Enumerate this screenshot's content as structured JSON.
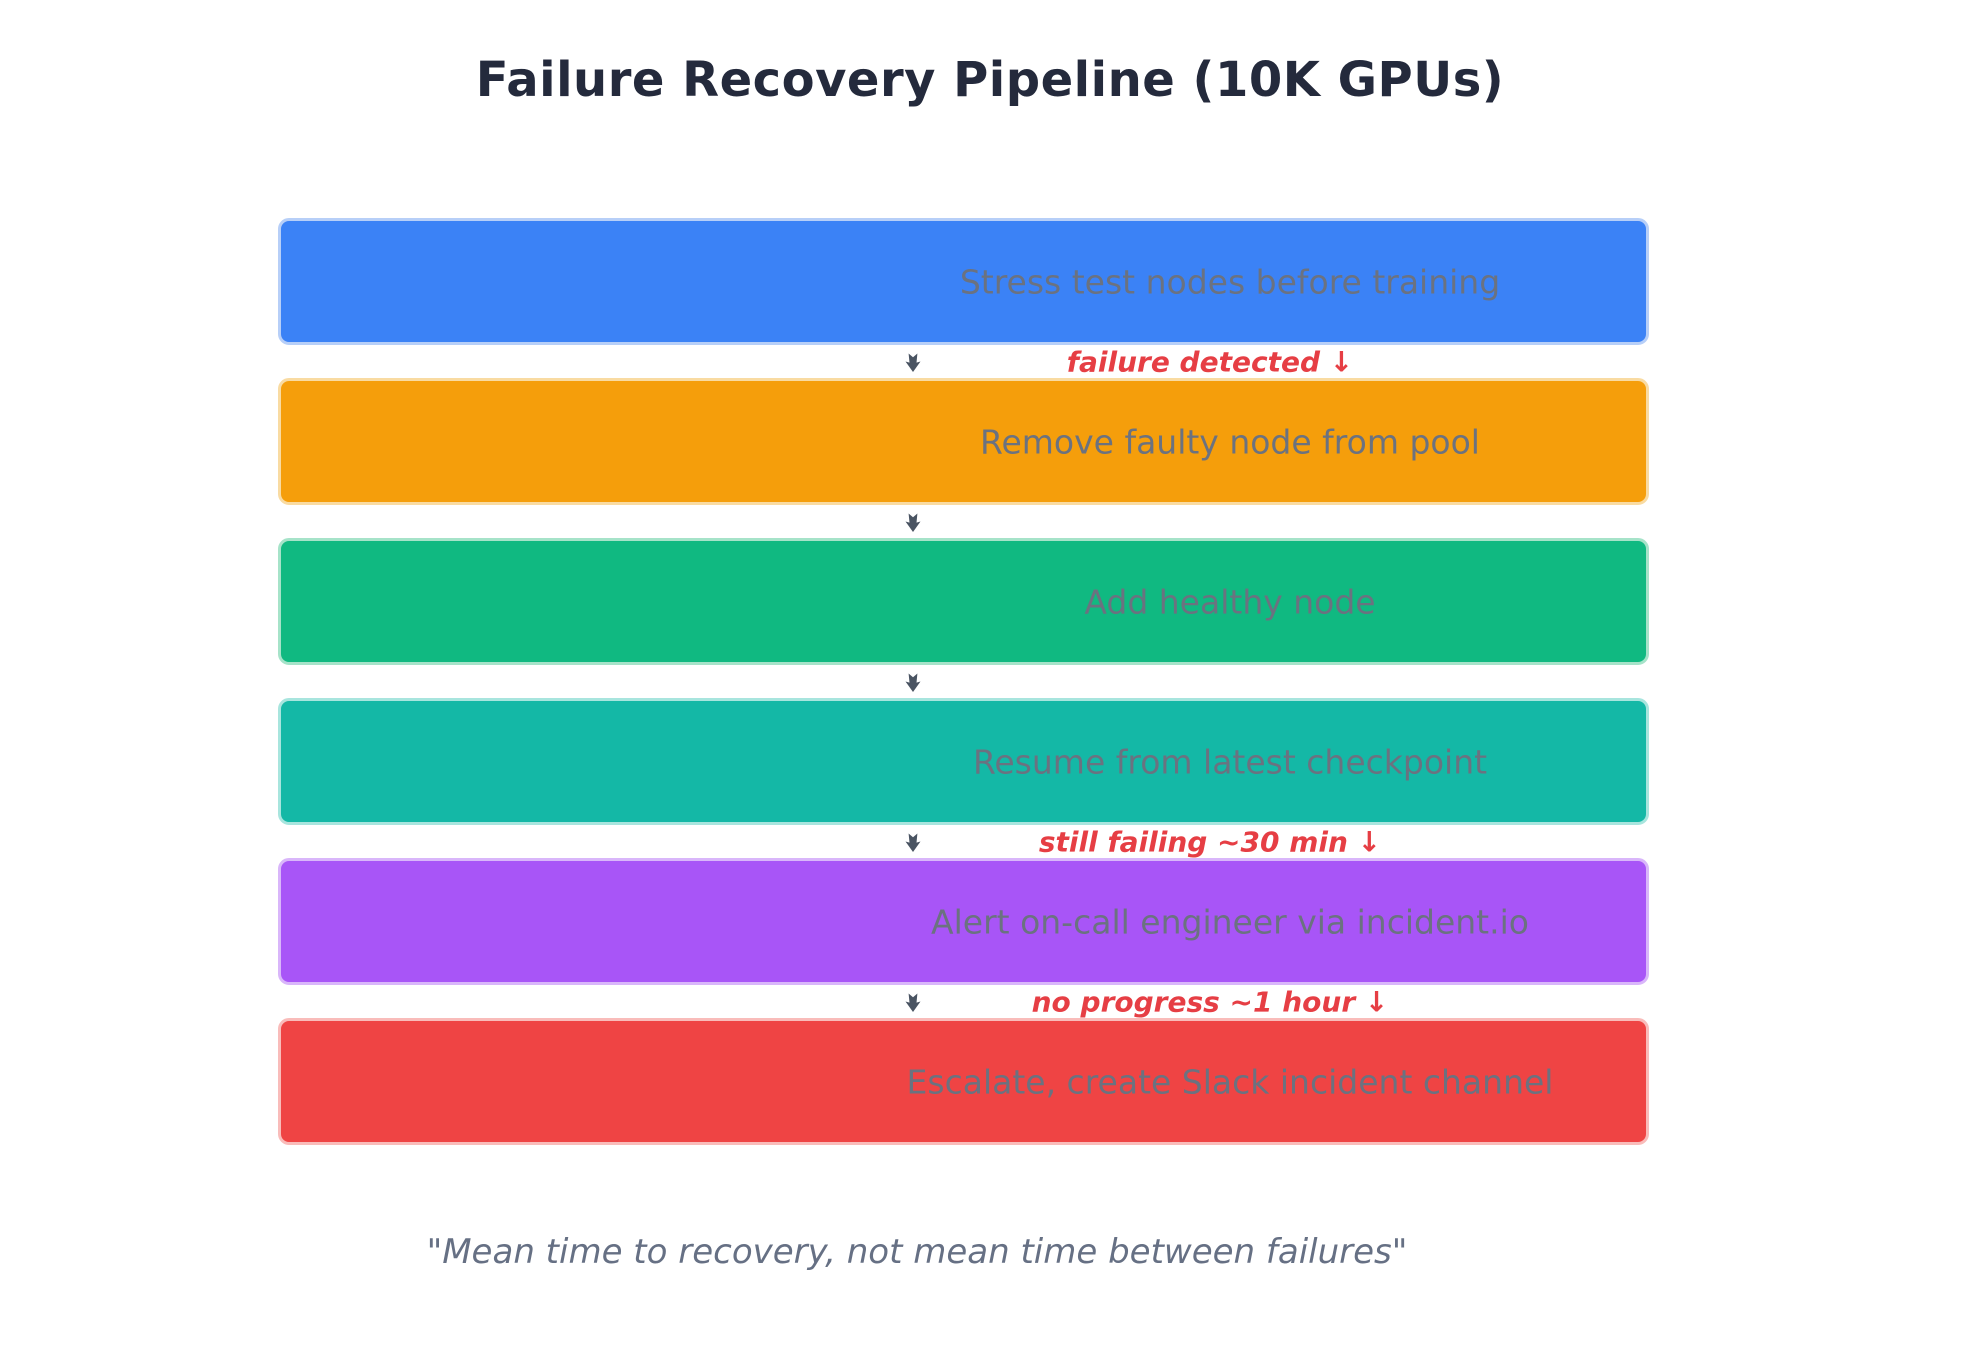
{
  "title": "Failure Recovery Pipeline (10K GPUs)",
  "colors": {
    "title": "#242a3c",
    "label": "#6b7280",
    "annotation": "#e63e44",
    "arrow": "#4a5462",
    "quote": "#667084",
    "background": "#ffffff"
  },
  "steps": [
    {
      "label": "Stress test nodes before training",
      "color": "#3b82f6",
      "border_color": "#b7cff8"
    },
    {
      "label": "Remove faulty node from pool",
      "color": "#f59e0b",
      "border_color": "#f9dba2"
    },
    {
      "label": "Add healthy node",
      "color": "#10b981",
      "border_color": "#a6e3c9"
    },
    {
      "label": "Resume from latest checkpoint",
      "color": "#14b8a6",
      "border_color": "#a8e5de"
    },
    {
      "label": "Alert on-call engineer via incident.io",
      "color": "#a855f7",
      "border_color": "#d9b6fa"
    },
    {
      "label": "Escalate, create Slack incident channel",
      "color": "#ef4444",
      "border_color": "#f9bcba"
    }
  ],
  "transitions": [
    {
      "annotation": "failure detected ↓"
    },
    {
      "annotation": ""
    },
    {
      "annotation": ""
    },
    {
      "annotation": "still failing ~30 min ↓"
    },
    {
      "annotation": "no progress ~1 hour ↓"
    }
  ],
  "footer_quote": "\"Mean time to recovery, not mean time between failures\""
}
